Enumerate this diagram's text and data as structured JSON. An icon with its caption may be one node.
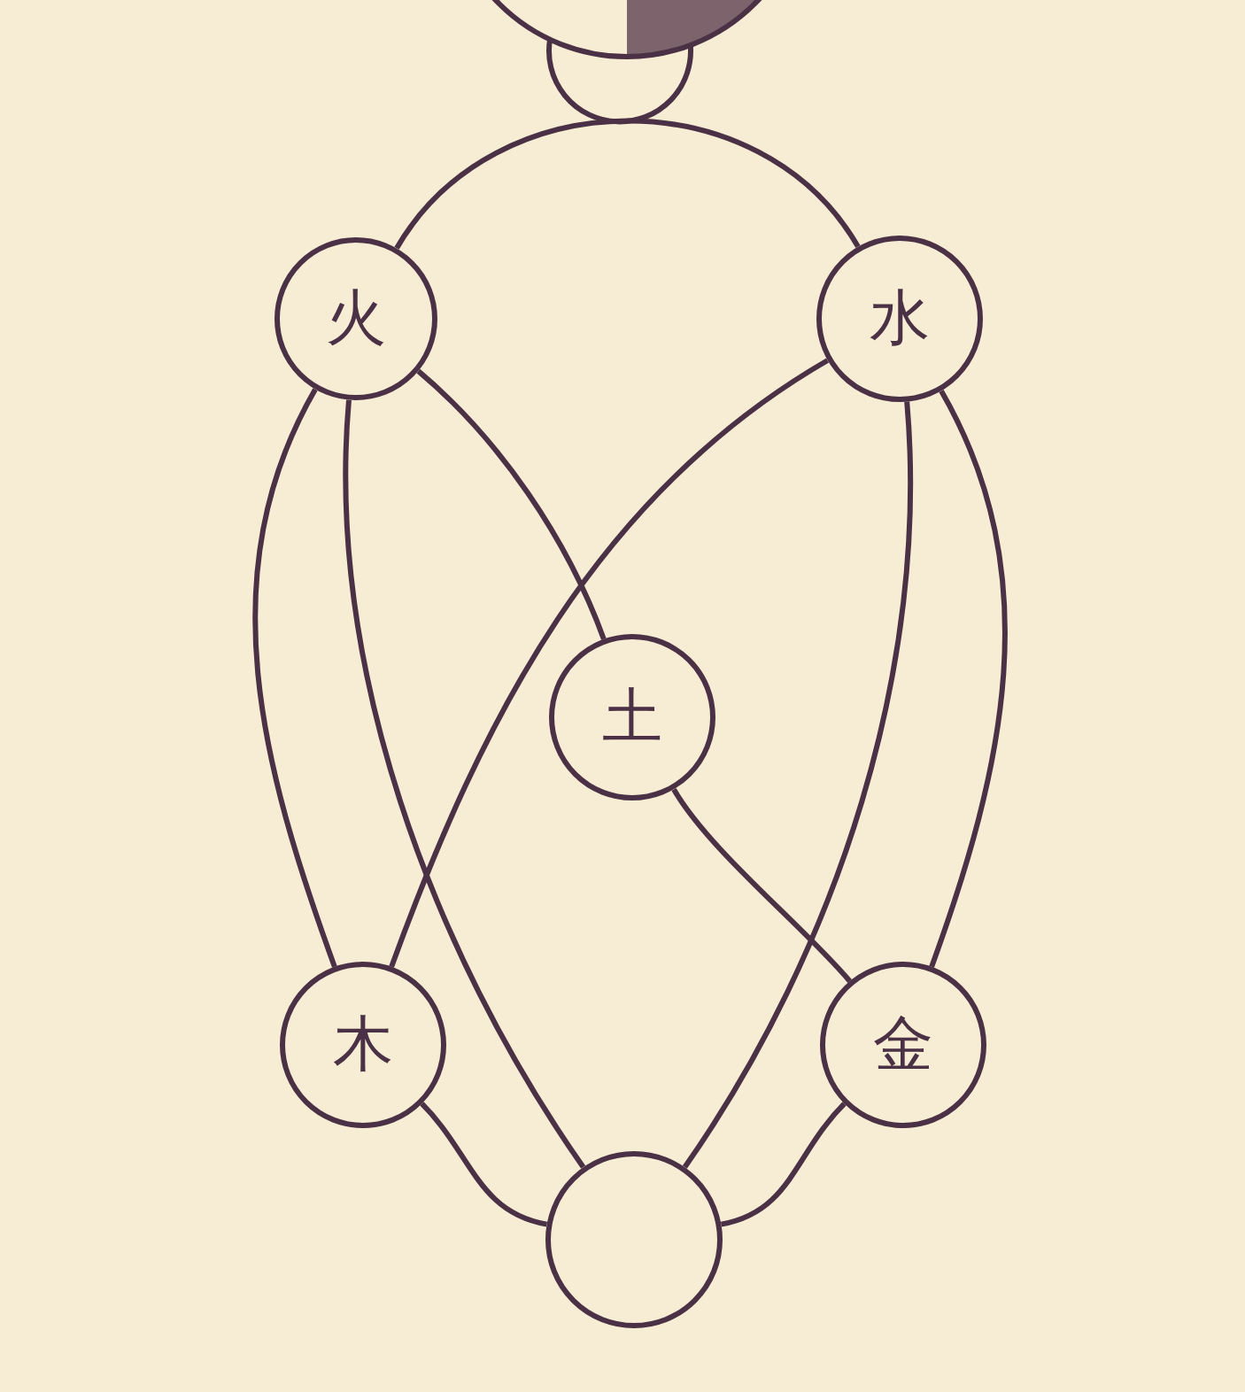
{
  "diagram": {
    "nodes": [
      {
        "text": [],
        "shape": "circle"
      },
      {
        "text": [],
        "shape": "circle"
      },
      {
        "text": [
          "火"
        ]
      },
      {
        "text": [
          "水"
        ]
      },
      {
        "text": [
          "土"
        ]
      },
      {
        "text": [
          "木"
        ]
      },
      {
        "text": [
          "金"
        ]
      },
      {
        "text": [],
        "shape": "circle"
      }
    ],
    "edges": [
      {
        "from": 2,
        "to": 3,
        "arrow": "none"
      },
      {
        "from": 2,
        "to": 5,
        "arrow": "none"
      },
      {
        "from": 2,
        "to": 7,
        "arrow": "none"
      },
      {
        "from": 2,
        "to": 4,
        "arrow": "none"
      },
      {
        "from": 3,
        "to": 5,
        "arrow": "none"
      },
      {
        "from": 3,
        "to": 7,
        "arrow": "none"
      },
      {
        "from": 3,
        "to": 6,
        "arrow": "none"
      },
      {
        "from": 4,
        "to": 6,
        "arrow": "none"
      },
      {
        "from": 5,
        "to": 7,
        "arrow": "none"
      },
      {
        "from": 6,
        "to": 7,
        "arrow": "none"
      }
    ]
  }
}
